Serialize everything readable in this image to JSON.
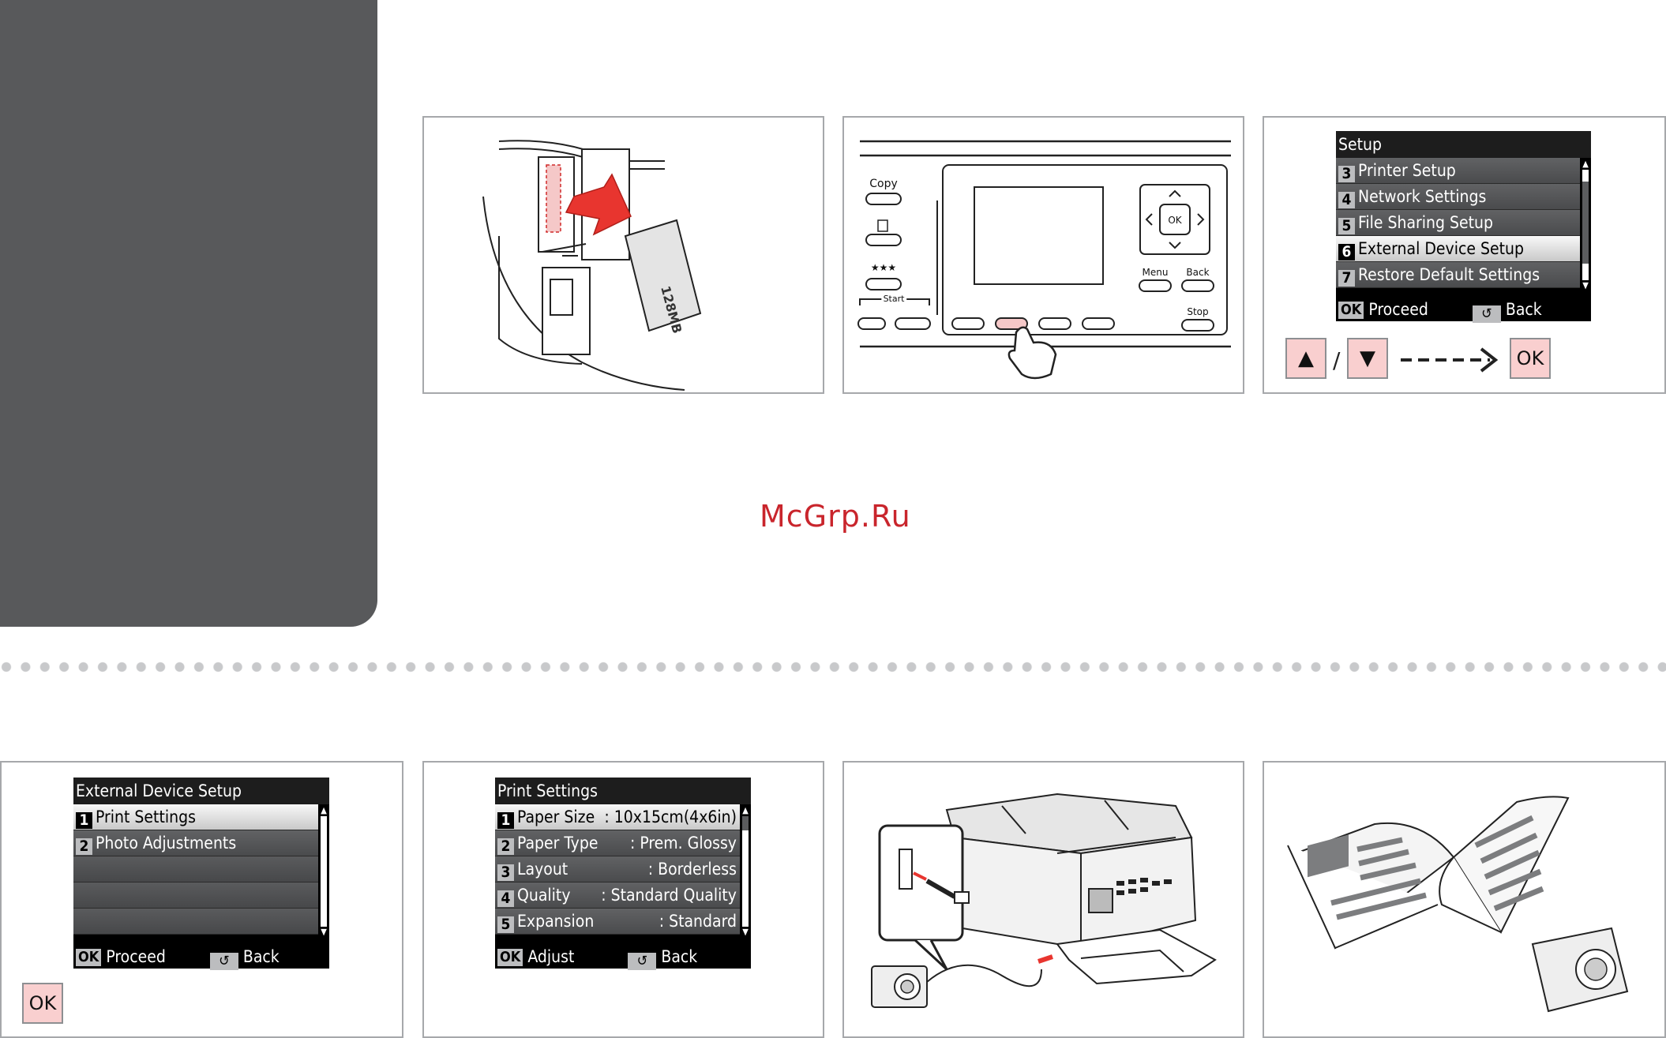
{
  "watermark": "McGrp.Ru",
  "setup_screen": {
    "title": "Setup",
    "items": [
      {
        "num": "3",
        "label": "Printer Setup"
      },
      {
        "num": "4",
        "label": "Network Settings"
      },
      {
        "num": "5",
        "label": "File Sharing Setup"
      },
      {
        "num": "6",
        "label": "External Device Setup"
      },
      {
        "num": "7",
        "label": "Restore Default Settings"
      }
    ],
    "selected_index": 3,
    "ok_key": "OK",
    "ok_label": "Proceed",
    "back_label": "Back"
  },
  "nav_keys": {
    "up": "▲",
    "separator": "/",
    "down": "▼",
    "ok": "OK"
  },
  "external_screen": {
    "title": "External Device Setup",
    "items": [
      {
        "num": "1",
        "label": "Print Settings"
      },
      {
        "num": "2",
        "label": "Photo Adjustments"
      }
    ],
    "ok_key": "OK",
    "ok_label": "Proceed",
    "back_label": "Back"
  },
  "ok_key_bottom": "OK",
  "print_screen": {
    "title": "Print Settings",
    "items": [
      {
        "num": "1",
        "label": "Paper Size",
        "value": ": 10x15cm(4x6in)"
      },
      {
        "num": "2",
        "label": "Paper Type",
        "value": ": Prem. Glossy"
      },
      {
        "num": "3",
        "label": "Layout",
        "value": ": Borderless"
      },
      {
        "num": "4",
        "label": "Quality",
        "value": ": Standard Quality"
      },
      {
        "num": "5",
        "label": "Expansion",
        "value": ": Standard"
      }
    ],
    "ok_key": "OK",
    "ok_label": "Adjust",
    "back_label": "Back"
  },
  "control_panel": {
    "copy_label": "Copy",
    "stars_label": "★★★",
    "start_label": "Start",
    "menu_label": "Menu",
    "back_label": "Back",
    "stop_label": "Stop",
    "ok_label": "OK"
  },
  "card_label": "128MB"
}
